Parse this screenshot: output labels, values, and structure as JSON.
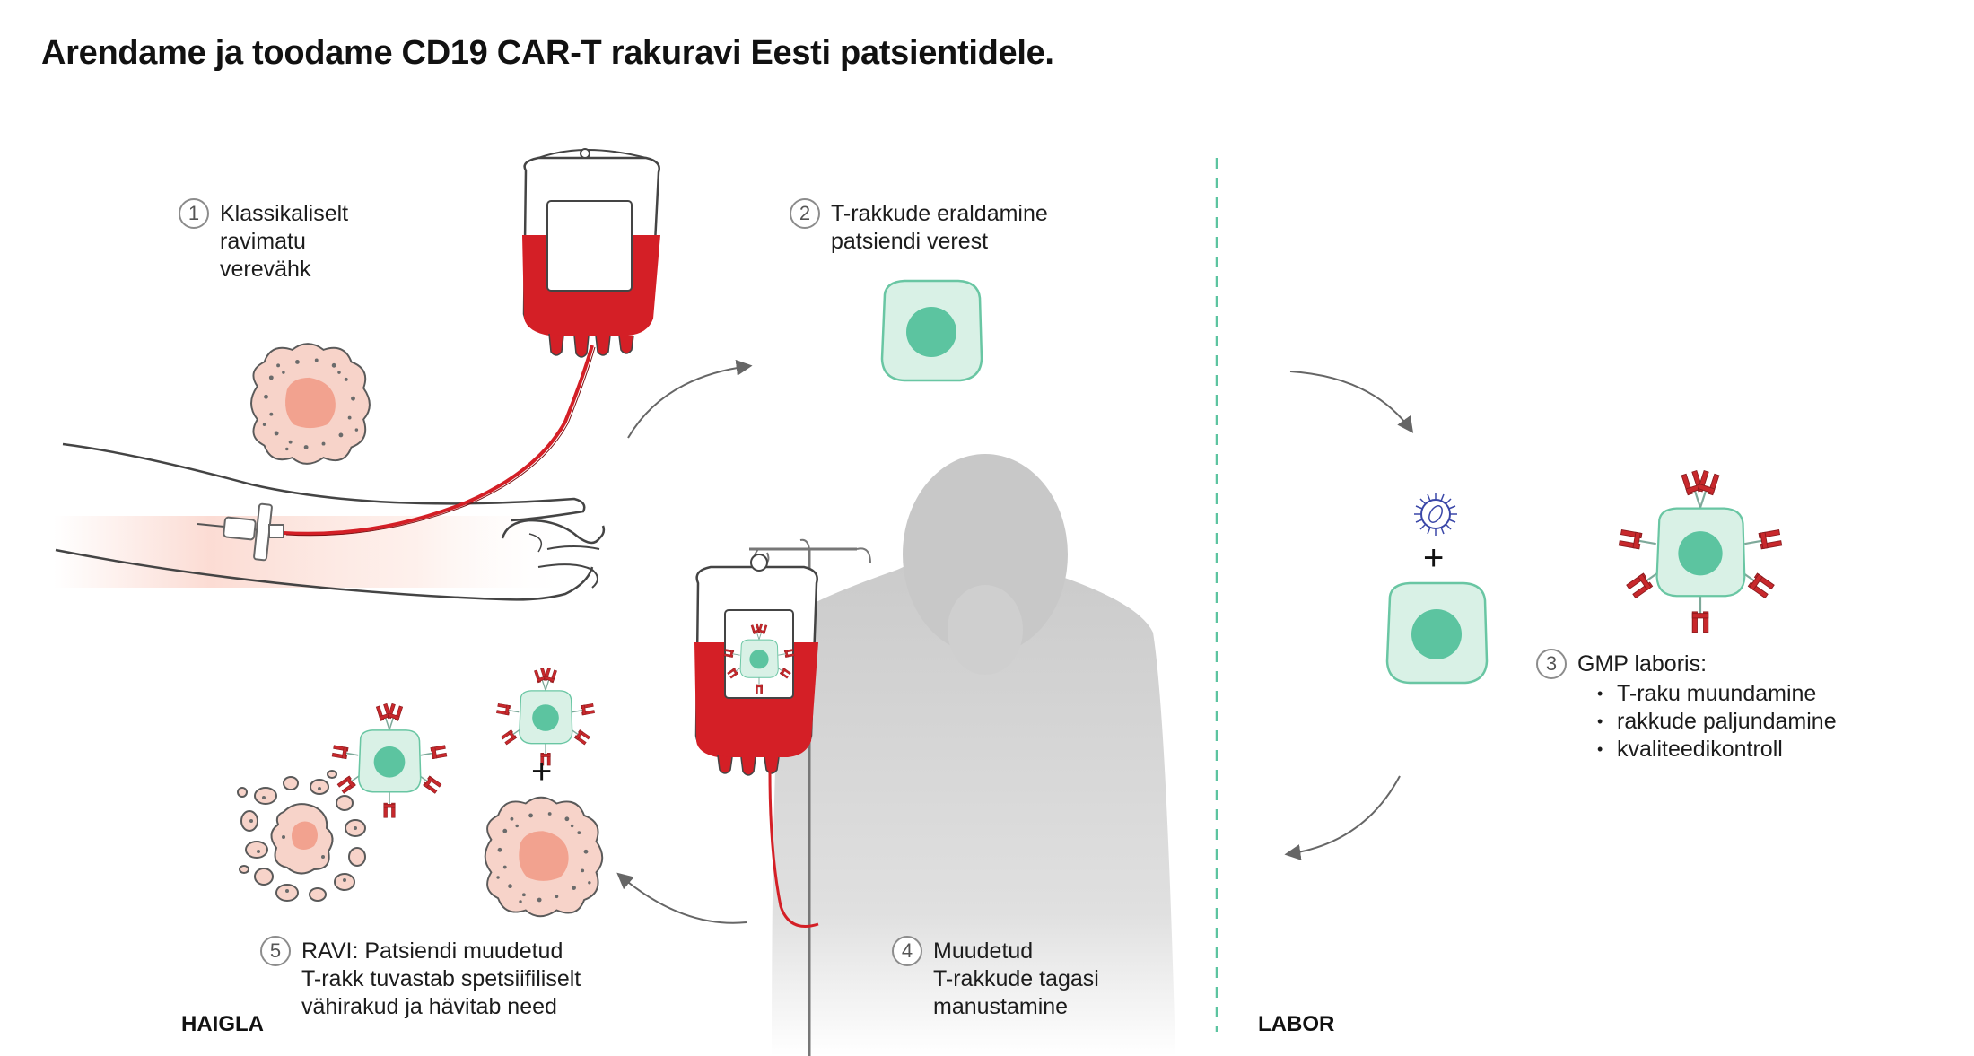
{
  "title": "Arendame ja toodame CD19 CAR-T rakuravi Eesti patsientidele.",
  "sections": {
    "left": "HAIGLA",
    "right": "LABOR"
  },
  "steps": [
    {
      "number": "1",
      "text": "Klassikaliselt\nravimatu\nverevähk"
    },
    {
      "number": "2",
      "text": "T-rakkude eraldamine\npatsiendi verest"
    },
    {
      "number": "3",
      "text": "GMP laboris:",
      "bullets": [
        "T-raku muundamine",
        "rakkude paljundamine",
        "kvaliteedikontroll"
      ]
    },
    {
      "number": "4",
      "text": "Muudetud\nT-rakkude tagasi\nmanustamine"
    },
    {
      "number": "5",
      "text": "RAVI: Patsiendi muudetud\nT-rakk tuvastab spetsiifiliselt\nvähirakud ja hävitab need"
    }
  ],
  "symbols": {
    "plus_lab": "+",
    "plus_treatment": "+"
  },
  "colors": {
    "blood": "#d41f26",
    "cell_fill": "#d9f1e6",
    "cell_outline": "#69c6a3",
    "nucleus": "#5cc4a0",
    "cancer_fill": "#f7d3c9",
    "cancer_nucleus": "#f2a28f",
    "receptor": "#c8282c",
    "silhouette": "#cfcfcf",
    "divider": "#5cc4a0",
    "arrow": "#666666"
  }
}
